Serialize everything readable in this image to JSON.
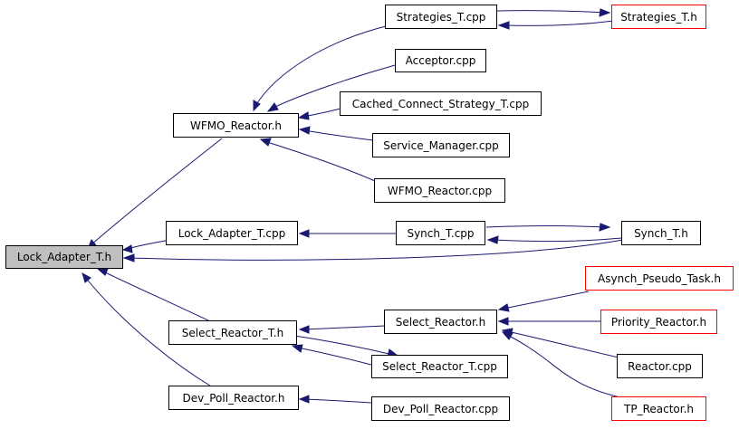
{
  "graph": {
    "colors": {
      "edge": "#191970",
      "node_border": "#000000",
      "undocumented_border": "#ff0000",
      "current_fill": "#bfbfbf"
    },
    "nodes": {
      "lock_adapter_h": "Lock_Adapter_T.h",
      "wfmo_reactor_h": "WFMO_Reactor.h",
      "strategies_cpp": "Strategies_T.cpp",
      "strategies_h": "Strategies_T.h",
      "acceptor_cpp": "Acceptor.cpp",
      "cached_connect_cpp": "Cached_Connect_Strategy_T.cpp",
      "service_manager_cpp": "Service_Manager.cpp",
      "wfmo_reactor_cpp": "WFMO_Reactor.cpp",
      "lock_adapter_cpp": "Lock_Adapter_T.cpp",
      "synch_cpp": "Synch_T.cpp",
      "synch_h": "Synch_T.h",
      "asynch_pseudo_task_h": "Asynch_Pseudo_Task.h",
      "select_reactor_h": "Select_Reactor.h",
      "priority_reactor_h": "Priority_Reactor.h",
      "select_reactor_t_h": "Select_Reactor_T.h",
      "reactor_cpp": "Reactor.cpp",
      "select_reactor_t_cpp": "Select_Reactor_T.cpp",
      "tp_reactor_h": "TP_Reactor.h",
      "dev_poll_reactor_h": "Dev_Poll_Reactor.h",
      "dev_poll_reactor_cpp": "Dev_Poll_Reactor.cpp"
    }
  }
}
